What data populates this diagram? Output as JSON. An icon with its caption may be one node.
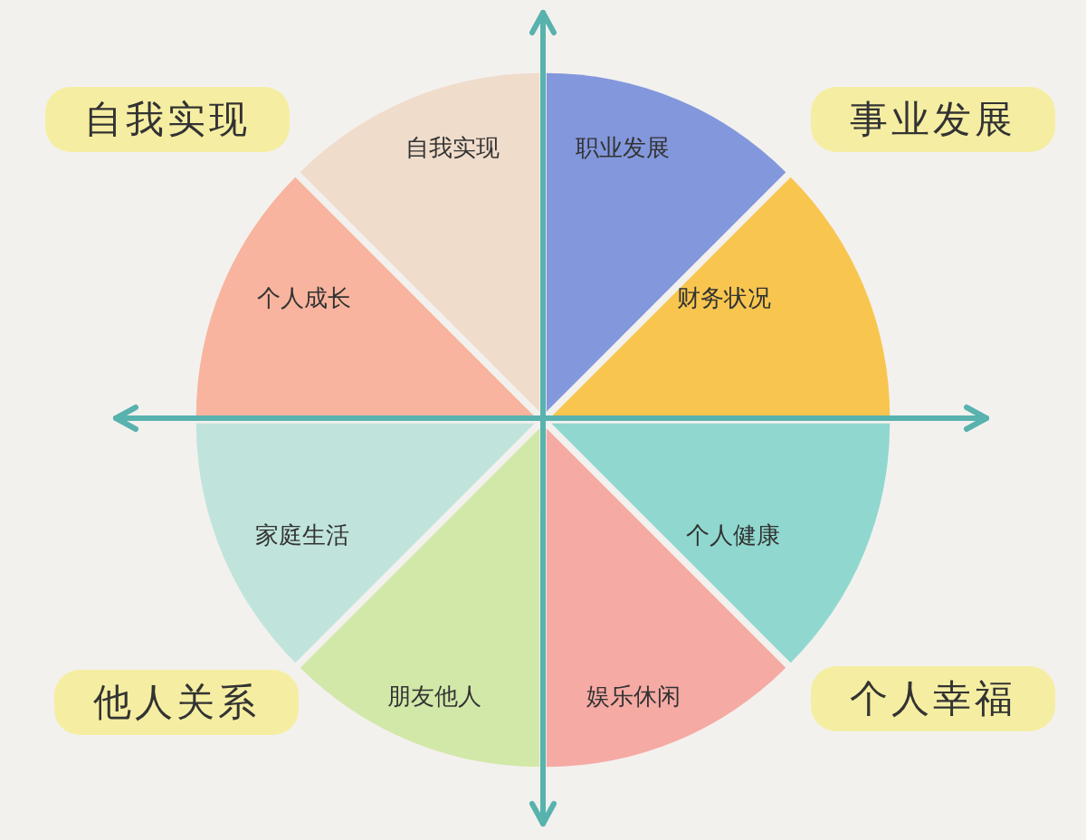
{
  "diagram": {
    "nodes": [
      {
        "text": [
          "自我实现"
        ]
      },
      {
        "text": [
          "事业发展"
        ]
      },
      {
        "text": [
          "自我实现"
        ]
      },
      {
        "text": [
          "职业发展"
        ]
      },
      {
        "text": [
          "个人成长"
        ]
      },
      {
        "text": [
          "财务状况"
        ]
      },
      {
        "text": [
          "家庭生活"
        ]
      },
      {
        "text": [
          "个人健康"
        ]
      },
      {
        "text": [
          "朋友他人"
        ]
      },
      {
        "text": [
          "娱乐休闲"
        ]
      },
      {
        "text": [
          "他人关系"
        ]
      },
      {
        "text": [
          "个人幸福"
        ]
      }
    ],
    "edges": []
  }
}
